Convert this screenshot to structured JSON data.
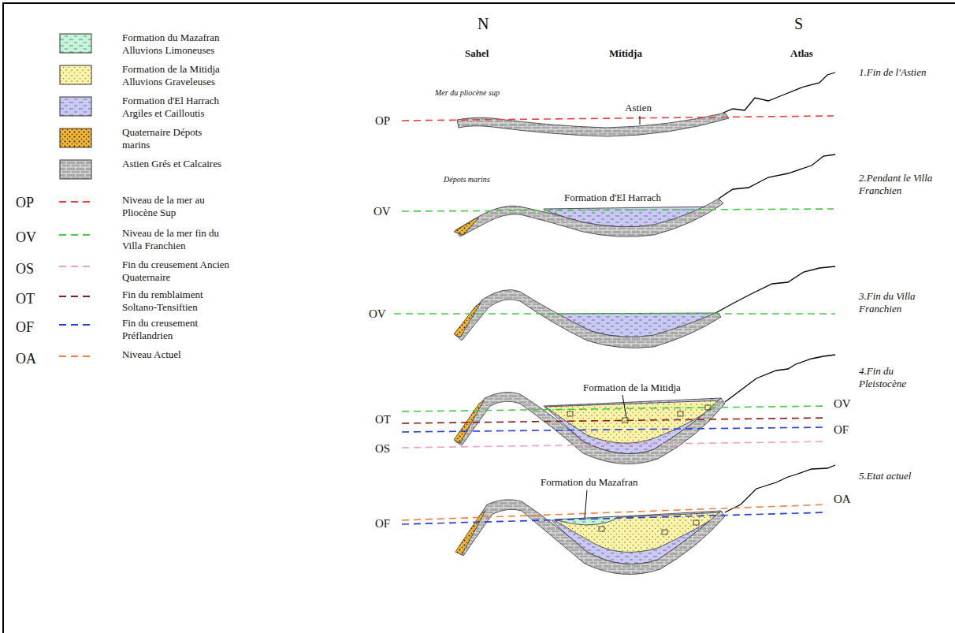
{
  "diagram": {
    "labels": [
      "N",
      "S",
      "Sahel",
      "Mitidja",
      "Atlas",
      "Mer du pliocène sup",
      "Astien",
      "1.Fin de l'Astien",
      "OP",
      "Dépots marins",
      "Formation d'El Harrach",
      "OV",
      "2.Pendant le Villa Franchien",
      "OV",
      "3.Fin du Villa Franchien",
      "Formation de la Mitidja",
      "OT",
      "OS",
      "OV",
      "OF",
      "4.Fin du Pleistocène",
      "Formation du Mazafran",
      "OF",
      "OA",
      "5.Etat actuel",
      "OP",
      "OV",
      "OS",
      "OT",
      "OF",
      "OA"
    ],
    "legend": [
      {
        "text": "Formation du Mazafran Alluvions Limoneuses",
        "color": "#c9f2dc"
      },
      {
        "text": "Formation de la Mitidja Alluvions Graveleuses",
        "color": "#fbf3a6"
      },
      {
        "text": "Formation d'El Harrach Argiles et Cailloutis",
        "color": "#c9c9f2"
      },
      {
        "text": "Quaternaire Dépots marins",
        "color": "#f2b431"
      },
      {
        "text": "Astien Grés et Calcaires",
        "color": "#a9a9a9"
      },
      {
        "text": "Niveau de la mer au Pliocène Sup"
      },
      {
        "text": "Niveau de la mer fin du Villa Franchien"
      },
      {
        "text": "Fin du creusement Ancien Quaternaire"
      },
      {
        "text": "Fin du remblaiment Soltano-Tensiftien"
      },
      {
        "text": "Fin du creusement Préflandrien"
      },
      {
        "text": "Niveau Actuel"
      }
    ]
  }
}
